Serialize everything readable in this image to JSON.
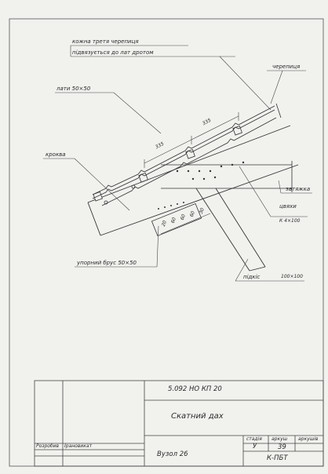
{
  "drawing": {
    "labels": {
      "note_line1": "кожна третя черепиця",
      "note_line2": "підвязується до лат дротом",
      "cherepytsia": "черепиця",
      "laty": "лати 50×50",
      "krokva": "кроква",
      "zatiazhka": "затяжка",
      "tsviakhy": "цвяхи",
      "tsviakhy_size": "К 4×100",
      "upornyi_brus": "упорний брус 50×50",
      "pidkis": "підкіс",
      "pidkis_size": "100×100"
    },
    "dimensions": {
      "spacing_1": "335",
      "spacing_2": "335",
      "nail_spacing": [
        "20",
        "60",
        "60",
        "60",
        "30"
      ]
    }
  },
  "title_block": {
    "code": "5.092 НО КП 20",
    "title": "Скатний дах",
    "subtitle": "Вузол 26",
    "developer_label": "Розробив",
    "checker_label": "Ірановикат",
    "stage_header": "стадія",
    "sheet_header": "аркуш",
    "sheets_header": "аркушів",
    "stage_value": "У",
    "sheet_value": "39",
    "group": "К-ПБТ"
  }
}
